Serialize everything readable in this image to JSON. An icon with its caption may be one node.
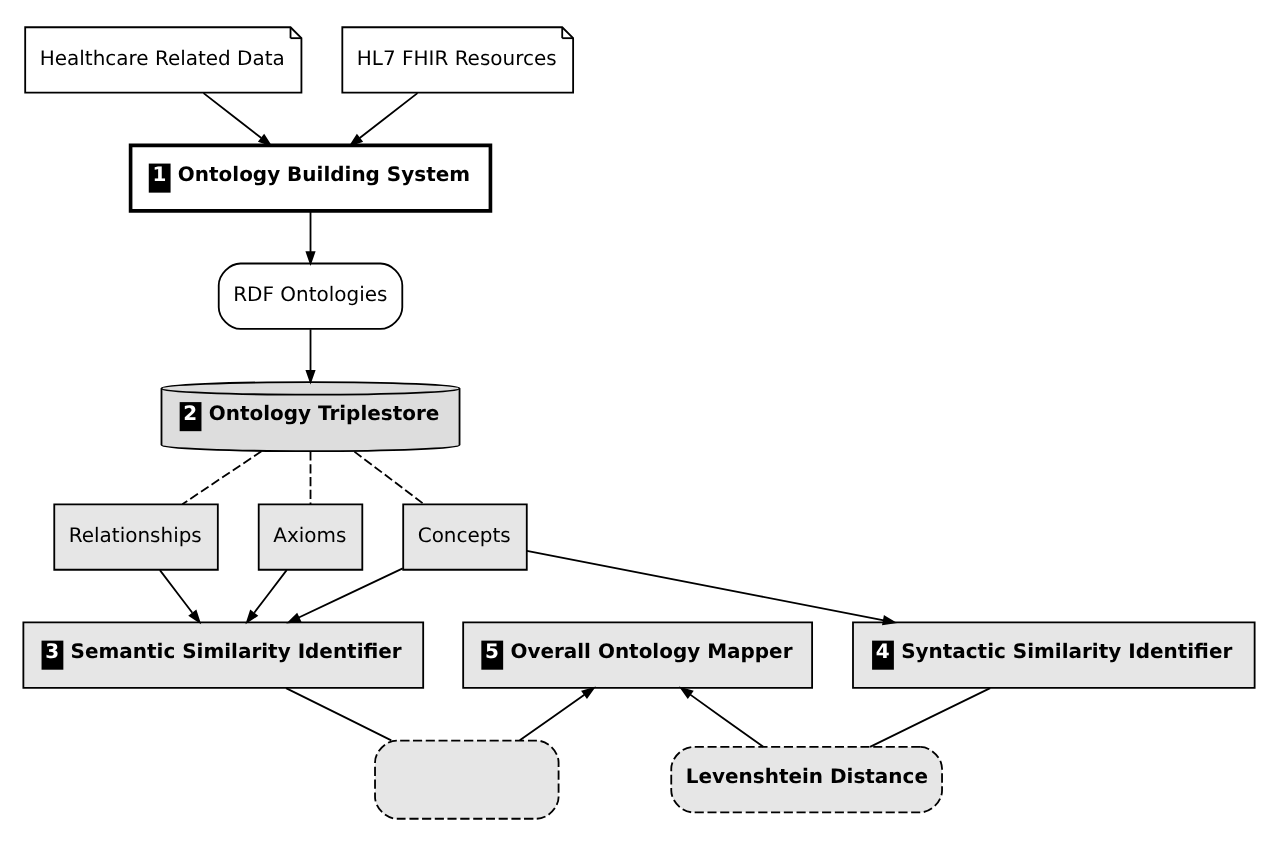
{
  "diagram": {
    "nodes": [
      {
        "text": [
          "Healthcare Related Data"
        ]
      },
      {
        "text": [
          "HL7 FHIR Resources"
        ]
      },
      {
        "text": [
          "1",
          "Ontology Building System"
        ]
      },
      {
        "text": [
          "RDF Ontologies"
        ]
      },
      {
        "text": [
          "2",
          "Ontology Triplestore"
        ]
      },
      {
        "text": [
          "Concepts"
        ]
      },
      {
        "text": [
          "Relationships"
        ]
      },
      {
        "text": [
          "Axioms"
        ]
      },
      {
        "text": [
          "5",
          "Overall Ontology Mapper"
        ]
      },
      {
        "text": [],
        "shape": "box"
      },
      {
        "text": [
          "3",
          "Semantic Similarity Identifier"
        ]
      },
      {
        "text": [
          "Levenshtein Distance"
        ]
      },
      {
        "text": [
          "4",
          "Syntactic Similarity Identifier"
        ]
      }
    ],
    "edges": [
      {
        "from": 0,
        "to": 2,
        "arrow": "to"
      },
      {
        "from": 1,
        "to": 2,
        "arrow": "to"
      },
      {
        "from": 2,
        "to": 3,
        "arrow": "to"
      },
      {
        "from": 3,
        "to": 4,
        "arrow": "to"
      },
      {
        "from": 4,
        "to": 5,
        "arrow": "none",
        "style": "dashed"
      },
      {
        "from": 4,
        "to": 6,
        "arrow": "none",
        "style": "dashed"
      },
      {
        "from": 4,
        "to": 7,
        "arrow": "none",
        "style": "dashed"
      },
      {
        "from": 5,
        "to": 10,
        "arrow": "to"
      },
      {
        "from": 6,
        "to": 10,
        "arrow": "to"
      },
      {
        "from": 7,
        "to": 10,
        "arrow": "to"
      },
      {
        "from": 5,
        "to": 12,
        "arrow": "to"
      },
      {
        "from": 10,
        "to": 9,
        "arrow": "none"
      },
      {
        "from": 9,
        "to": 8,
        "arrow": "to"
      },
      {
        "from": 12,
        "to": 11,
        "arrow": "none"
      },
      {
        "from": 11,
        "to": 8,
        "arrow": "to"
      }
    ]
  }
}
